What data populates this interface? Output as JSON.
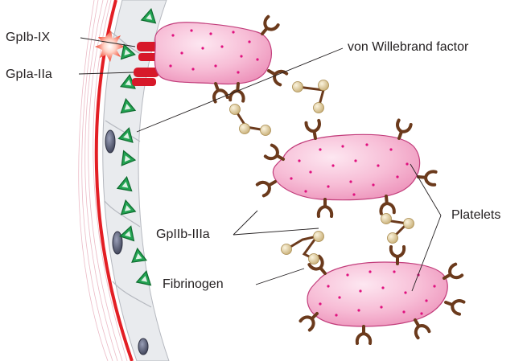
{
  "labels": {
    "gpib_ix": "GpIb-IX",
    "gpia_iia": "GpIa-IIa",
    "vwf": "von Willebrand factor",
    "gpiib_iiia": "GpIIb-IIIa",
    "fibrinogen": "Fibrinogen",
    "platelets": "Platelets"
  },
  "colors": {
    "vessel_wall_red": "#e31e24",
    "vwf_green": "#1e9e4a",
    "platelet_pink": "#f6b3cf",
    "platelet_dots": "#e0117f",
    "receptor_brown": "#6b3a1c",
    "fibrinogen_bead": "#e8d7a4",
    "endothelial_gray": "#e9ebee",
    "nucleus": "#5a5f73"
  }
}
